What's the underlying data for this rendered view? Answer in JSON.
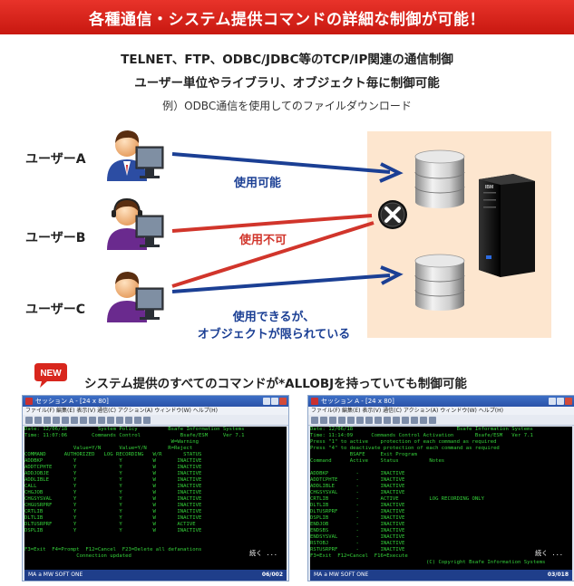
{
  "banner": {
    "title": "各種通信・システム提供コマンドの詳細な制御が可能！"
  },
  "intro": {
    "line1": "TELNET、FTP、ODBC/JDBC等のTCP/IP関連の通信制御",
    "line2": "ユーザー単位やライブラリ、オブジェクト毎に制御可能",
    "line3": "例）ODBC通信を使用してのファイルダウンロード"
  },
  "users": [
    {
      "label": "ユーザーA"
    },
    {
      "label": "ユーザーB"
    },
    {
      "label": "ユーザーC"
    }
  ],
  "arrows": {
    "a_label": "使用可能",
    "b_label": "使用不可",
    "c_label_line1": "使用できるが、",
    "c_label_line2": "オブジェクトが限られている"
  },
  "server": {
    "brand": "IBM"
  },
  "colors": {
    "banner": "#d8261d",
    "allowed": "#1b3f94",
    "denied": "#d1352b",
    "panel": "#fde6cf"
  },
  "new_section": {
    "badge": "NEW",
    "text": "システム提供のすべてのコマンドが*ALLOBJを持っていても制御可能"
  },
  "terminals": [
    {
      "title": "セッション A - [24 x 80]",
      "menu": "ファイル(F)  編集(E)  表示(V)  通信(C)  アクション(A)  ウィンドウ(W)  ヘルプ(H)",
      "rows": [
        "Date: 12/06/18          System Policy          Bsafe Information Systems",
        "Time: 11:07:06        Commands Control             Bsafe/ESM     Ver 7.1",
        "                                                W=Warning",
        "                Value=Y/N      Value=Y/N       R=Reject",
        "COMMAND      AUTHORIZED   LOG RECORDING   W/R       STATUS",
        "ADDBKP          Y              Y          W       INACTIVE",
        "ADDTCPHTE       Y              Y          W       INACTIVE",
        "ADDJOBJE        Y              Y          W       INACTIVE",
        "ADDLIBLE        Y              Y          W       INACTIVE",
        "CALL            Y              Y          W       INACTIVE",
        "CHGJOB          Y              Y          W       INACTIVE",
        "CHGSYSVAL       Y              Y          W       INACTIVE",
        "CHGUSRPRF       Y              Y          W       INACTIVE",
        "CRTLIB          Y              Y          W       INACTIVE",
        "DLTLIB          Y              Y          W       INACTIVE",
        "DLTUSRPRF       Y              Y          W       ACTIVE",
        "DSPLIB          Y              Y          W       INACTIVE",
        "",
        "",
        "F3=Exit  F4=Prompt  F12=Cancel  F23=Delete all defanations",
        "                 Connection updated"
      ],
      "continue": "続く ...",
      "status": "MA   a   MW   SOFT   ONE",
      "page": "06/002"
    },
    {
      "title": "セッション A - [24 x 80]",
      "menu": "ファイル(F)  編集(E)  表示(V)  通信(C)  アクション(A)  ウィンドウ(W)  ヘルプ(H)",
      "rows": [
        "Date: 12/06/18                                  Bsafe Information Systems",
        "Time: 11:14:09      Commands Control Activation       Bsafe/ESM   Ver 7.1",
        "Press \"1\" to active    protection of each command as required",
        "Press \"4\" to deactivate protection of each command as required",
        "             BSAFE     Exit Program",
        "Command      Active    Status          Notes",
        "",
        "ADDBKP         -       INACTIVE",
        "ADDTCPHTE      -       INACTIVE",
        "ADDLIBLE       -       INACTIVE",
        "CHGSYSVAL      -       INACTIVE",
        "CRTLIB         -       ACTIVE          LOG RECORDING ONLY",
        "DLTLIB         -       INACTIVE",
        "DLTUSRPRF      -       INACTIVE",
        "DSPLIB         -       INACTIVE",
        "ENDJOB         -       INACTIVE",
        "ENDSBS         -       INACTIVE",
        "ENDSYSVAL      -       INACTIVE",
        "RSTOBJ         -       INACTIVE",
        "RSTUSRPRF      -       INACTIVE",
        "F3=Exit  F12=Cancel  F16=Execute",
        "                                      (C) Copyright Bsafe Information Systems"
      ],
      "continue": "続く ...",
      "status": "MA   a   MW   SOFT   ONE",
      "page": "03/018"
    }
  ]
}
